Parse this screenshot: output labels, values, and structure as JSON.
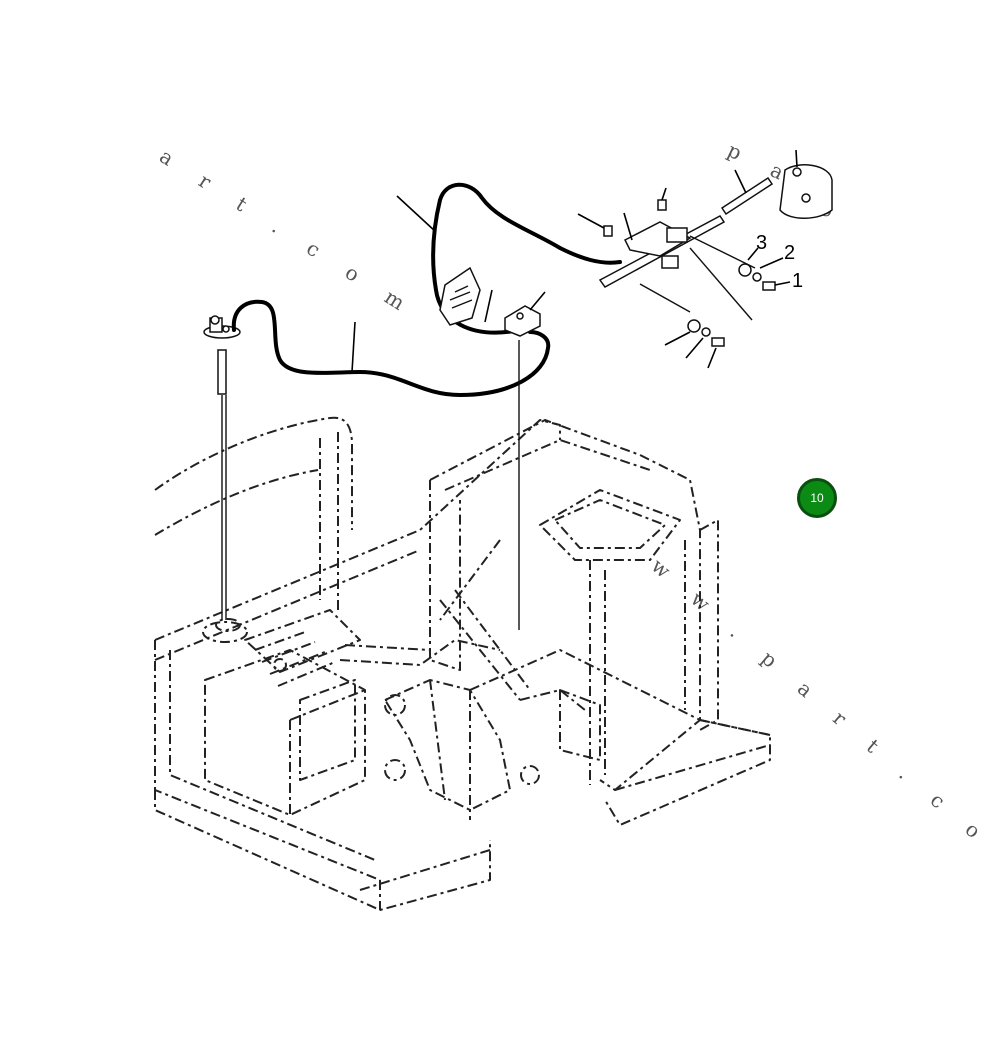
{
  "diagram": {
    "callouts": [
      "1",
      "2",
      "3"
    ],
    "badge": {
      "label": "10",
      "color": "#0b8a14"
    },
    "watermarks": [
      "a r t . c o m",
      "w w . p a r t . c o",
      "p a r",
      "o"
    ]
  }
}
